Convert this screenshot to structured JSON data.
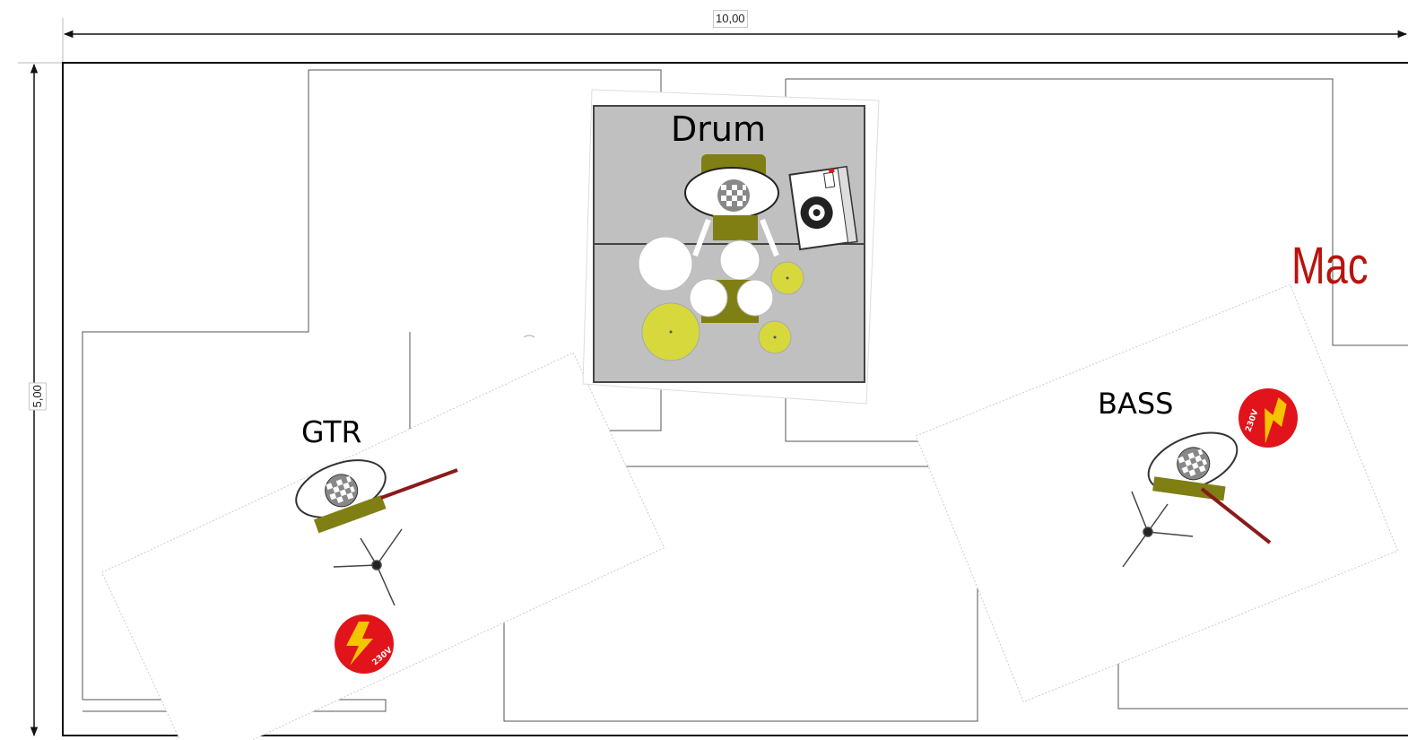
{
  "dimensions": {
    "width": "10,00",
    "height": "5,00"
  },
  "labels": {
    "drum": "Drum",
    "gtr": "GTR",
    "bass": "BASS",
    "mac": "Mac"
  },
  "power_badges": {
    "gtr": "230V",
    "bass": "230V"
  },
  "icons": {
    "gtr_area": [
      "amplifier-icon",
      "microphone-stand-icon",
      "power-outlet-icon"
    ],
    "bass_area": [
      "amplifier-icon",
      "microphone-stand-icon",
      "power-outlet-icon"
    ],
    "drum_area": [
      "drum-kit-icon",
      "monitor-speaker-icon"
    ]
  },
  "colors": {
    "olive": "#7f7f14",
    "cymbal": "#d6d83c",
    "drum_riser": "#c0c0c0",
    "mac_label": "#b8140f",
    "power_red": "#e0141a",
    "power_bolt": "#f5c400",
    "cable": "#8a1a1a"
  }
}
